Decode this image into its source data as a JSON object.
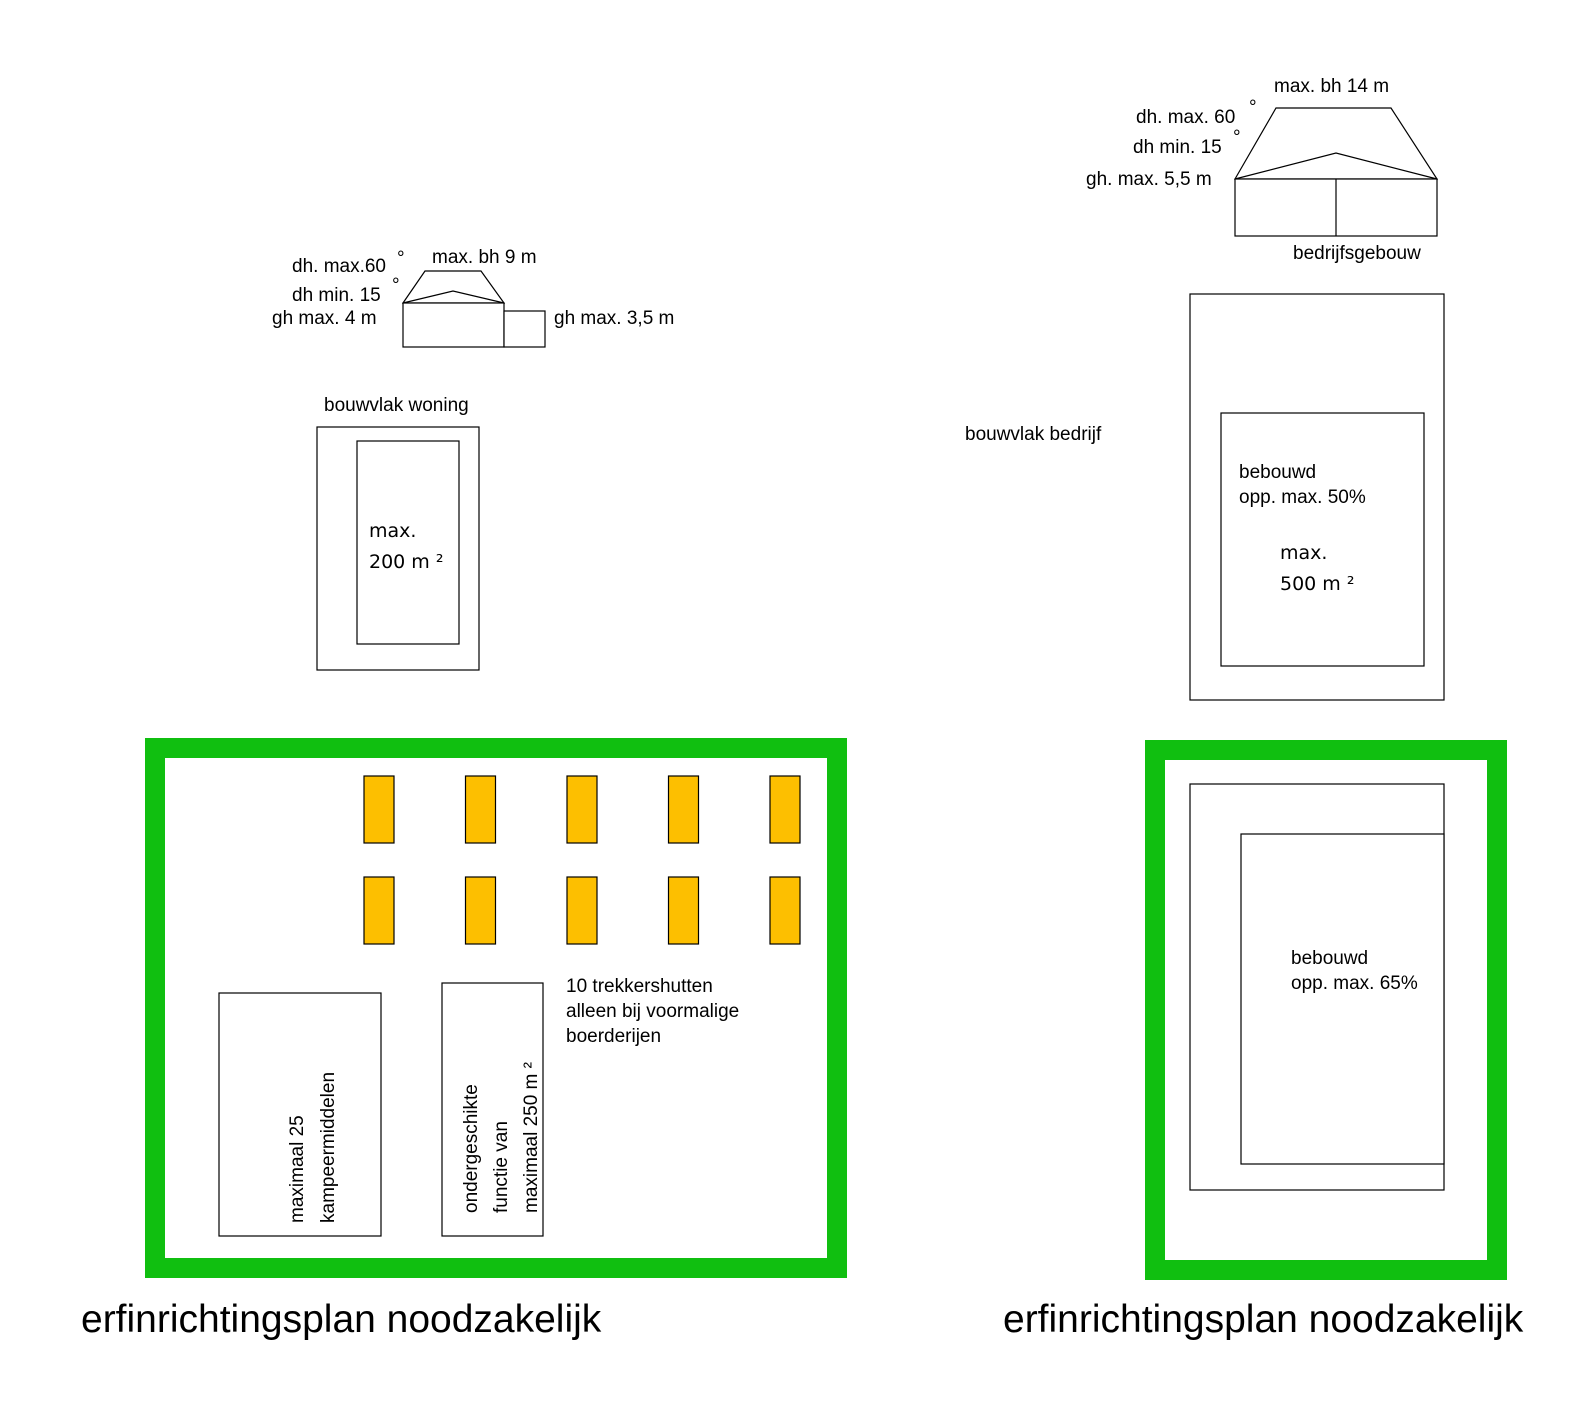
{
  "colors": {
    "green": "#10BF10",
    "hut": "#FDBF00"
  },
  "house": {
    "roof_max": "dh. max.60",
    "roof_min": "dh min. 15",
    "gutter": "gh max. 4 m",
    "ridge": "max. bh 9 m",
    "annex_gutter": "gh max. 3,5 m",
    "degree": "°"
  },
  "plot_house": {
    "label": "bouwvlak woning",
    "area_line1": "max.",
    "area_line2": "200 m ²"
  },
  "company": {
    "ridge": "max. bh 14 m",
    "roof_max": "dh. max. 60",
    "roof_min": "dh min. 15",
    "gutter": "gh. max. 5,5 m",
    "building": "bedrijfsgebouw",
    "degree": "°"
  },
  "plot_company": {
    "label": "bouwvlak bedrijf",
    "built_line1": "bebouwd",
    "built_line2": "opp. max. 50%",
    "area_line1": "max.",
    "area_line2": "500 m ²"
  },
  "left_yard": {
    "huts_count": 10,
    "huts_line1": "10 trekkershutten",
    "huts_line2": "alleen bij voormalige",
    "huts_line3": "boerderijen",
    "camp_line1": "maximaal 25",
    "camp_line2": "kampeermiddelen",
    "sub_line1": "ondergeschikte",
    "sub_line2": "functie van",
    "sub_line3": "maximaal 250 m ²",
    "caption": "erfinrichtingsplan noodzakelijk"
  },
  "right_yard": {
    "built_line1": "bebouwd",
    "built_line2": "opp. max. 65%",
    "caption": "erfinrichtingsplan noodzakelijk"
  }
}
